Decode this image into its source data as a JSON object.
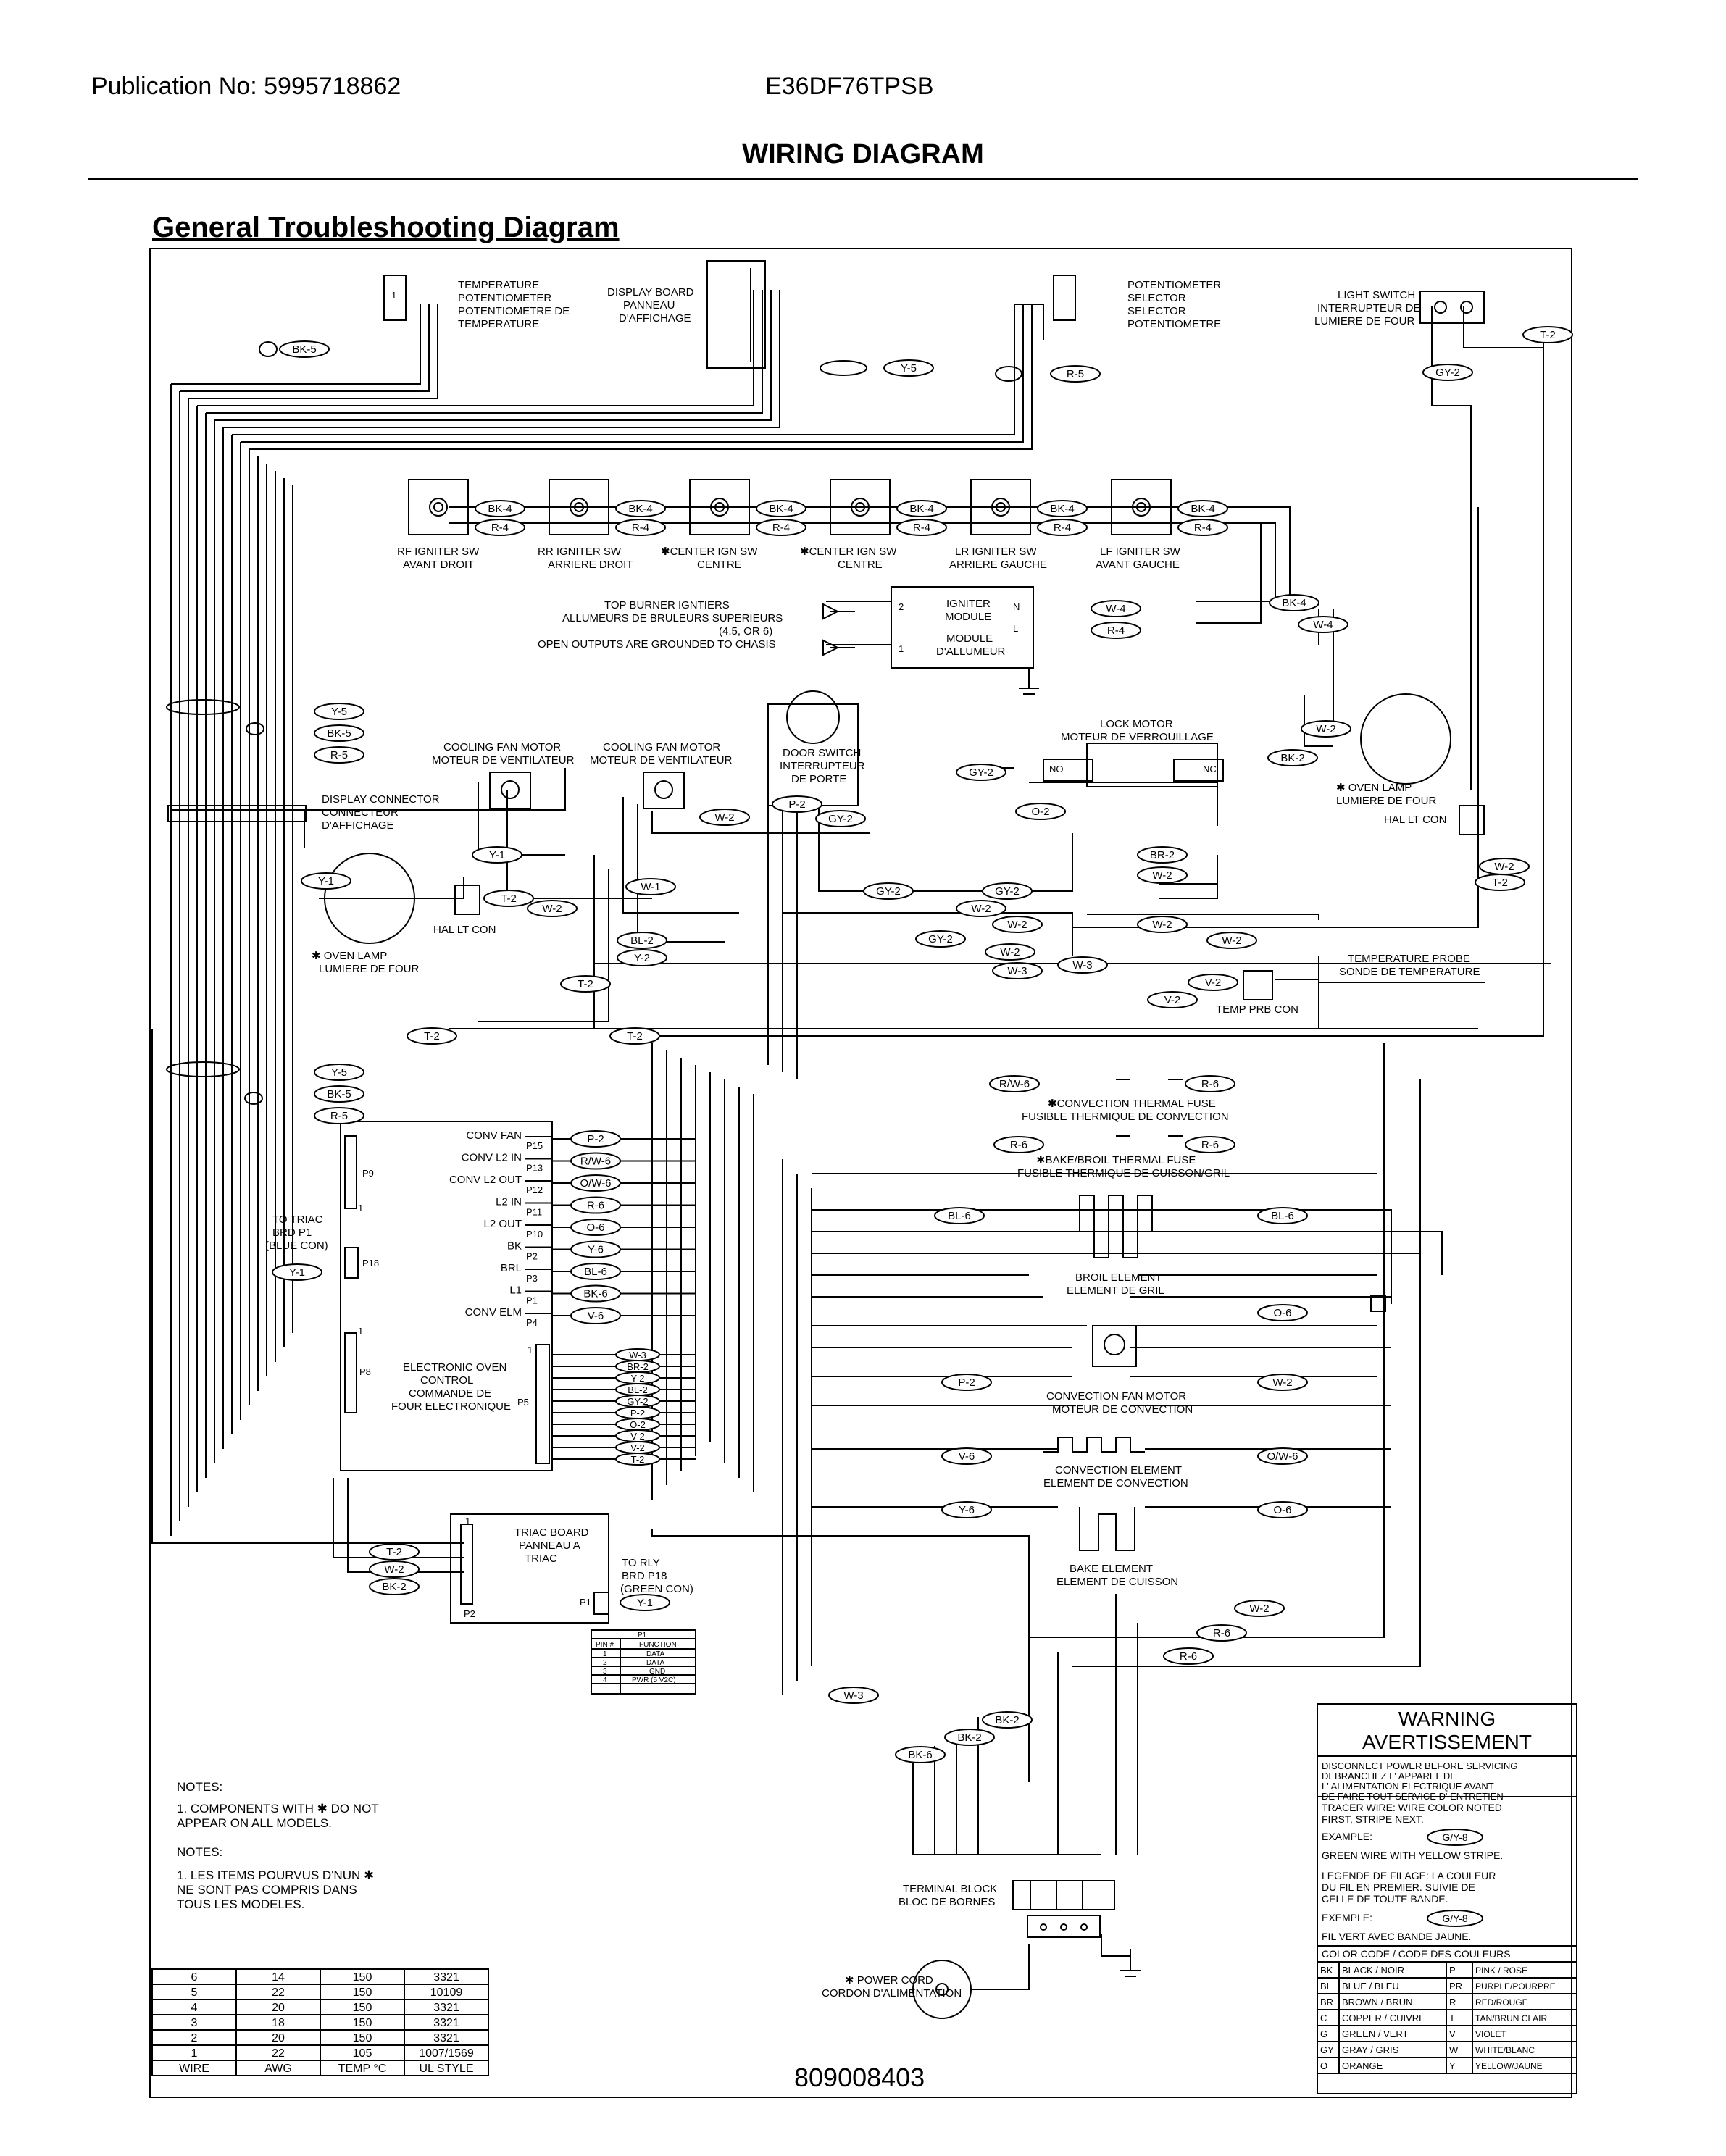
{
  "header": {
    "publication": "Publication No: 5995718862",
    "model": "E36DF76TPSB",
    "title": "WIRING DIAGRAM",
    "section": "General Troubleshooting Diagram"
  },
  "components": {
    "temp_pot": [
      "TEMPERATURE",
      "POTENTIOMETER",
      "POTENTIOMETRE DE",
      "TEMPERATURE"
    ],
    "display_board": [
      "DISPLAY BOARD",
      "PANNEAU",
      "D'AFFICHAGE"
    ],
    "selector_pot": [
      "POTENTIOMETER",
      "SELECTOR",
      "SELECTOR",
      "POTENTIOMETRE"
    ],
    "light_switch": [
      "LIGHT SWITCH",
      "INTERRUPTEUR DE",
      "LUMIERE DE FOUR"
    ],
    "igniter_switches": [
      [
        "RF IGNITER SW",
        "AVANT DROIT"
      ],
      [
        "RR IGNITER SW",
        "ARRIERE DROIT"
      ],
      [
        "✱CENTER IGN SW",
        "CENTRE"
      ],
      [
        "✱CENTER IGN SW",
        "CENTRE"
      ],
      [
        "LR IGNITER SW",
        "ARRIERE GAUCHE"
      ],
      [
        "LF IGNITER SW",
        "AVANT GAUCHE"
      ]
    ],
    "top_burner": [
      "TOP BURNER IGNTIERS",
      "ALLUMEURS DE BRULEURS SUPERIEURS",
      "(4,5, OR 6)",
      "OPEN OUTPUTS ARE GROUNDED TO CHASIS"
    ],
    "igniter_module": [
      "IGNITER",
      "MODULE",
      "MODULE",
      "D'ALLUMEUR"
    ],
    "lock_motor": [
      "LOCK MOTOR",
      "MOTEUR DE VERROUILLAGE"
    ],
    "door_switch": [
      "DOOR SWITCH",
      "INTERRUPTEUR",
      "DE PORTE"
    ],
    "cooling_fan_1": [
      "COOLING FAN MOTOR",
      "MOTEUR DE VENTILATEUR"
    ],
    "cooling_fan_2": [
      "COOLING FAN MOTOR",
      "MOTEUR DE VENTILATEUR"
    ],
    "display_connector": [
      "DISPLAY CONNECTOR",
      "CONNECTEUR",
      "D'AFFICHAGE"
    ],
    "oven_lamp_left": [
      "✱ OVEN LAMP",
      "LUMIERE DE FOUR"
    ],
    "oven_lamp_right": [
      "✱ OVEN LAMP",
      "LUMIERE DE FOUR"
    ],
    "hal_lt_con": "HAL LT CON",
    "temp_probe": [
      "TEMPERATURE PROBE",
      "SONDE DE TEMPERATURE"
    ],
    "temp_prb_con": "TEMP PRB CON",
    "conv_thermal_fuse": [
      "✱CONVECTION THERMAL FUSE",
      "FUSIBLE THERMIQUE DE CONVECTION"
    ],
    "bake_broil_fuse": [
      "✱BAKE/BROIL THERMAL FUSE",
      "FUSIBLE THERMIQUE DE CUISSON/GRIL"
    ],
    "broil_element": [
      "BROIL ELEMENT",
      "ELEMENT DE GRIL"
    ],
    "conv_fan_motor": [
      "CONVECTION FAN MOTOR",
      "MOTEUR DE CONVECTION"
    ],
    "conv_element": [
      "CONVECTION ELEMENT",
      "ELEMENT DE CONVECTION"
    ],
    "bake_element": [
      "BAKE ELEMENT",
      "ELEMENT DE CUISSON"
    ],
    "eoc": [
      "ELECTRONIC OVEN",
      "CONTROL",
      "COMMANDE DE",
      "FOUR ELECTRONIQUE"
    ],
    "triac_board": [
      "TRIAC BOARD",
      "PANNEAU A",
      "TRIAC"
    ],
    "to_triac": [
      "TO TRIAC",
      "BRD P1",
      "(BLUE CON)"
    ],
    "to_rly": [
      "TO RLY",
      "BRD P18",
      "(GREEN CON)"
    ],
    "terminal_block": [
      "TERMINAL BLOCK",
      "BLOC DE BORNES"
    ],
    "power_cord": [
      "✱ POWER CORD",
      "CORDON D'ALIMENTATION"
    ]
  },
  "eoc_terminals": [
    {
      "label": "CONV FAN",
      "pin": "P15",
      "wire": "P-2"
    },
    {
      "label": "CONV L2 IN",
      "pin": "P13",
      "wire": "R/W-6"
    },
    {
      "label": "CONV L2 OUT",
      "pin": "P12",
      "wire": "O/W-6"
    },
    {
      "label": "L2 IN",
      "pin": "P11",
      "wire": "R-6"
    },
    {
      "label": "L2 OUT",
      "pin": "P10",
      "wire": "O-6"
    },
    {
      "label": "BK",
      "pin": "P2",
      "wire": "Y-6"
    },
    {
      "label": "BRL",
      "pin": "P3",
      "wire": "BL-6"
    },
    {
      "label": "L1",
      "pin": "P1",
      "wire": "BK-6"
    },
    {
      "label": "CONV ELM",
      "pin": "P4",
      "wire": "V-6"
    }
  ],
  "p5_wires": [
    "W-3",
    "BR-2",
    "Y-2",
    "BL-2",
    "GY-2",
    "P-2",
    "O-2",
    "V-2",
    "V-2",
    "T-2"
  ],
  "pin_labels": {
    "p9": "P9",
    "p8": "P8",
    "p18": "P18",
    "p5": "P5",
    "p1": "P1",
    "p2": "P2",
    "one": "1",
    "two": "2",
    "n": "N",
    "l": "L",
    "no": "NO",
    "nc": "NC"
  },
  "wire_tags": {
    "bk5": "BK-5",
    "y5": "Y-5",
    "r5": "R-5",
    "bk4": "BK-4",
    "r4": "R-4",
    "w4": "W-4",
    "gy2": "GY-2",
    "t2": "T-2",
    "w2": "W-2",
    "bk2": "BK-2",
    "y1": "Y-1",
    "w1": "W-1",
    "bl2": "BL-2",
    "y2": "Y-2",
    "p2": "P-2",
    "o2": "O-2",
    "br2": "BR-2",
    "w3": "W-3",
    "v2": "V-2",
    "rw6": "R/W-6",
    "r6": "R-6",
    "bl6": "BL-6",
    "o6": "O-6",
    "v6": "V-6",
    "ow6": "O/W-6",
    "y6": "Y-6",
    "bk6": "BK-6"
  },
  "p1_table": {
    "title": "P1",
    "headers": [
      "PIN #",
      "FUNCTION"
    ],
    "rows": [
      [
        "1",
        "DATA"
      ],
      [
        "2",
        "DATA"
      ],
      [
        "3",
        "GND"
      ],
      [
        "4",
        "PWR (5 V2C)"
      ]
    ]
  },
  "notes": {
    "en_title": "NOTES:",
    "en_body": [
      "1.   COMPONENTS WITH ✱ DO NOT",
      "     APPEAR ON ALL MODELS."
    ],
    "fr_title": "NOTES:",
    "fr_body": [
      "1.   LES ITEMS POURVUS D'NUN ✱",
      "     NE SONT PAS COMPRIS DANS",
      "     TOUS LES MODELES."
    ]
  },
  "wire_table": {
    "headers": [
      "WIRE",
      "AWG",
      "TEMP °C",
      "UL STYLE"
    ],
    "rows": [
      [
        "6",
        "14",
        "150",
        "3321"
      ],
      [
        "5",
        "22",
        "150",
        "10109"
      ],
      [
        "4",
        "20",
        "150",
        "3321"
      ],
      [
        "3",
        "18",
        "150",
        "3321"
      ],
      [
        "2",
        "20",
        "150",
        "3321"
      ],
      [
        "1",
        "22",
        "105",
        "1007/1569"
      ]
    ]
  },
  "part_number": "809008403",
  "warning": {
    "title": [
      "WARNING",
      "AVERTISSEMENT"
    ],
    "lines": [
      "DISCONNECT POWER BEFORE SERVICING",
      "DEBRANCHEZ L' APPAREL DE",
      "L' ALIMENTATION ELECTRIQUE AVANT",
      "DE FAIRE TOUT SERVICE D' ENTRETIEN"
    ],
    "tracer": [
      "TRACER WIRE: WIRE COLOR NOTED",
      "FIRST, STRIPE NEXT."
    ],
    "example_label": "EXAMPLE:",
    "example_tag": "G/Y-8",
    "example_desc": "GREEN WIRE WITH YELLOW STRIPE.",
    "legend": [
      "LEGENDE DE FILAGE: LA COULEUR",
      "DU FIL EN PREMIER. SUIVIE DE",
      "CELLE DE TOUTE BANDE."
    ],
    "exemple_label": "EXEMPLE:",
    "exemple_tag": "G/Y-8",
    "exemple_desc": "FIL VERT AVEC BANDE JAUNE.",
    "color_code_title": "COLOR CODE / CODE DES COULEURS",
    "colors_left": [
      [
        "BK",
        "BLACK / NOIR"
      ],
      [
        "BL",
        "BLUE / BLEU"
      ],
      [
        "BR",
        "BROWN / BRUN"
      ],
      [
        "C",
        "COPPER / CUIVRE"
      ],
      [
        "G",
        "GREEN / VERT"
      ],
      [
        "GY",
        "GRAY / GRIS"
      ],
      [
        "O",
        "ORANGE"
      ]
    ],
    "colors_right": [
      [
        "P",
        "PINK / ROSE"
      ],
      [
        "PR",
        "PURPLE/POURPRE"
      ],
      [
        "R",
        "RED/ROUGE"
      ],
      [
        "T",
        "TAN/BRUN CLAIR"
      ],
      [
        "V",
        "VIOLET"
      ],
      [
        "W",
        "WHITE/BLANC"
      ],
      [
        "Y",
        "YELLOW/JAUNE"
      ]
    ]
  }
}
